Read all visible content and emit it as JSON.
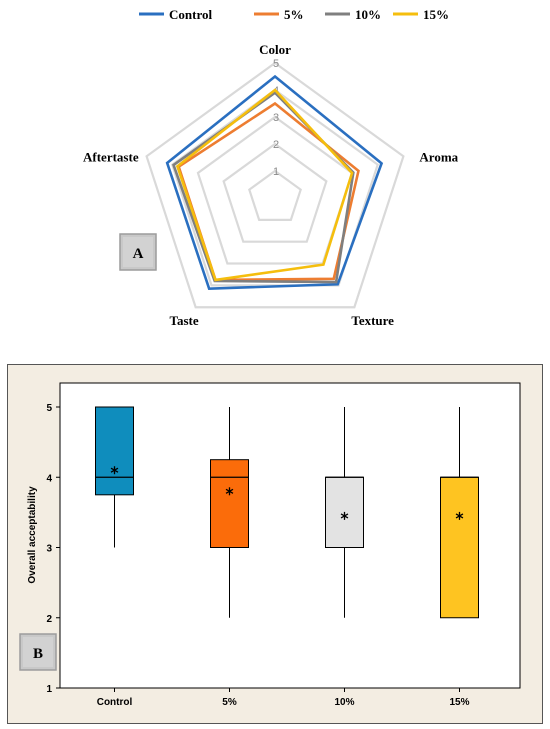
{
  "chart_data": [
    {
      "type": "radar",
      "panel_label": "A",
      "axes": [
        "Color",
        "Aroma",
        "Texture",
        "Taste",
        "Aftertaste"
      ],
      "rmax": 5,
      "ticks": [
        "1",
        "2",
        "3",
        "4",
        "5"
      ],
      "series": [
        {
          "name": "Control",
          "color": "#2a6fc0",
          "values": [
            4.5,
            4.15,
            3.95,
            4.15,
            4.2
          ]
        },
        {
          "name": "5%",
          "color": "#ed7d31",
          "values": [
            3.5,
            3.25,
            3.7,
            3.75,
            3.75
          ]
        },
        {
          "name": "10%",
          "color": "#7f7f7f",
          "values": [
            3.9,
            3.05,
            3.85,
            3.8,
            3.95
          ]
        },
        {
          "name": "15%",
          "color": "#f5be0d",
          "values": [
            4.0,
            3.0,
            3.05,
            3.75,
            3.8
          ]
        }
      ]
    },
    {
      "type": "boxplot",
      "panel_label": "B",
      "ylabel": "Overall acceptability",
      "ylim": [
        1,
        5
      ],
      "yticks": [
        "1",
        "2",
        "3",
        "4",
        "5"
      ],
      "categories": [
        "Control",
        "5%",
        "10%",
        "15%"
      ],
      "boxes": [
        {
          "min": 3,
          "q1": 3.75,
          "median": 4,
          "q3": 5,
          "max": 5,
          "mean": 4.1,
          "color": "#0f8dbd"
        },
        {
          "min": 2,
          "q1": 3,
          "median": 4,
          "q3": 4.25,
          "max": 5,
          "mean": 3.8,
          "color": "#fb6c0a"
        },
        {
          "min": 2,
          "q1": 3,
          "median": 4,
          "q3": 4,
          "max": 5,
          "mean": 3.45,
          "color": "#e3e3e3"
        },
        {
          "min": 2,
          "q1": 2,
          "median": 4,
          "q3": 4,
          "max": 5,
          "mean": 3.45,
          "color": "#fec421"
        }
      ]
    }
  ]
}
